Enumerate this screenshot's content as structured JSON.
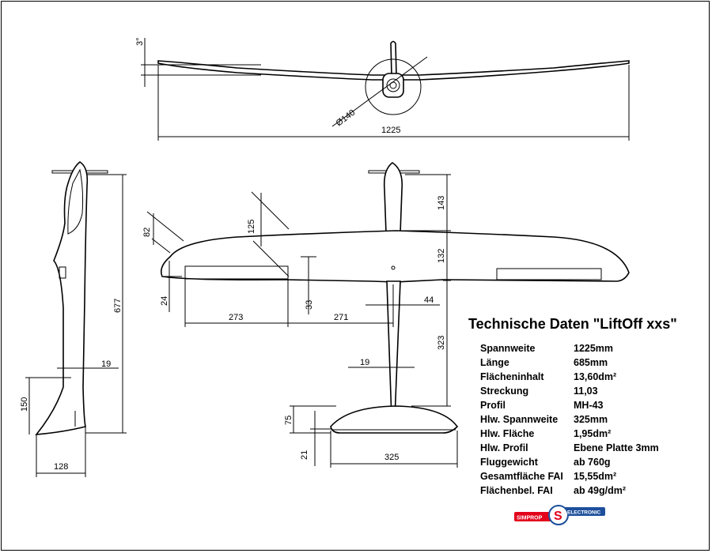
{
  "title": "Technische Daten \"LiftOff xxs\"",
  "specs": [
    {
      "label": "Spannweite",
      "value": "1225mm"
    },
    {
      "label": "Länge",
      "value": "685mm"
    },
    {
      "label": "Flächeninhalt",
      "value": "13,60dm²"
    },
    {
      "label": "Streckung",
      "value": "11,03"
    },
    {
      "label": "Profil",
      "value": "MH-43"
    },
    {
      "label": "Hlw. Spannweite",
      "value": "325mm"
    },
    {
      "label": "Hlw. Fläche",
      "value": "1,95dm²"
    },
    {
      "label": "Hlw. Profil",
      "value": "Ebene Platte 3mm"
    },
    {
      "label": "Fluggewicht",
      "value": "ab 760g"
    },
    {
      "label": "Gesamtfläche FAI",
      "value": "15,55dm²"
    },
    {
      "label": "Flächenbel. FAI",
      "value": "ab 49g/dm²"
    }
  ],
  "dimensions": {
    "dihedral": "3°",
    "prop_diameter": "Ø140",
    "span": "1225",
    "nose_to_wing": "143",
    "wing_chord": "132",
    "wing_to_tail": "323",
    "offset_125": "125",
    "offset_82": "82",
    "aileron_depth": "24",
    "flap_depth": "33",
    "aileron_width": "273",
    "flap_width": "271",
    "fuselage_width_44": "44",
    "fuselage_width_19_top": "19",
    "fuselage_width_19_side": "19",
    "tail_chord": "75",
    "elevator_depth": "21",
    "tail_span": "325",
    "length": "677",
    "fin_height": "150",
    "fin_chord": "128"
  },
  "logo": {
    "brand_left": "SIMPROP",
    "brand_mark": "S",
    "brand_right": "ELECTRONIC",
    "color_red": "#e3001b",
    "color_blue": "#1d4f9c"
  }
}
